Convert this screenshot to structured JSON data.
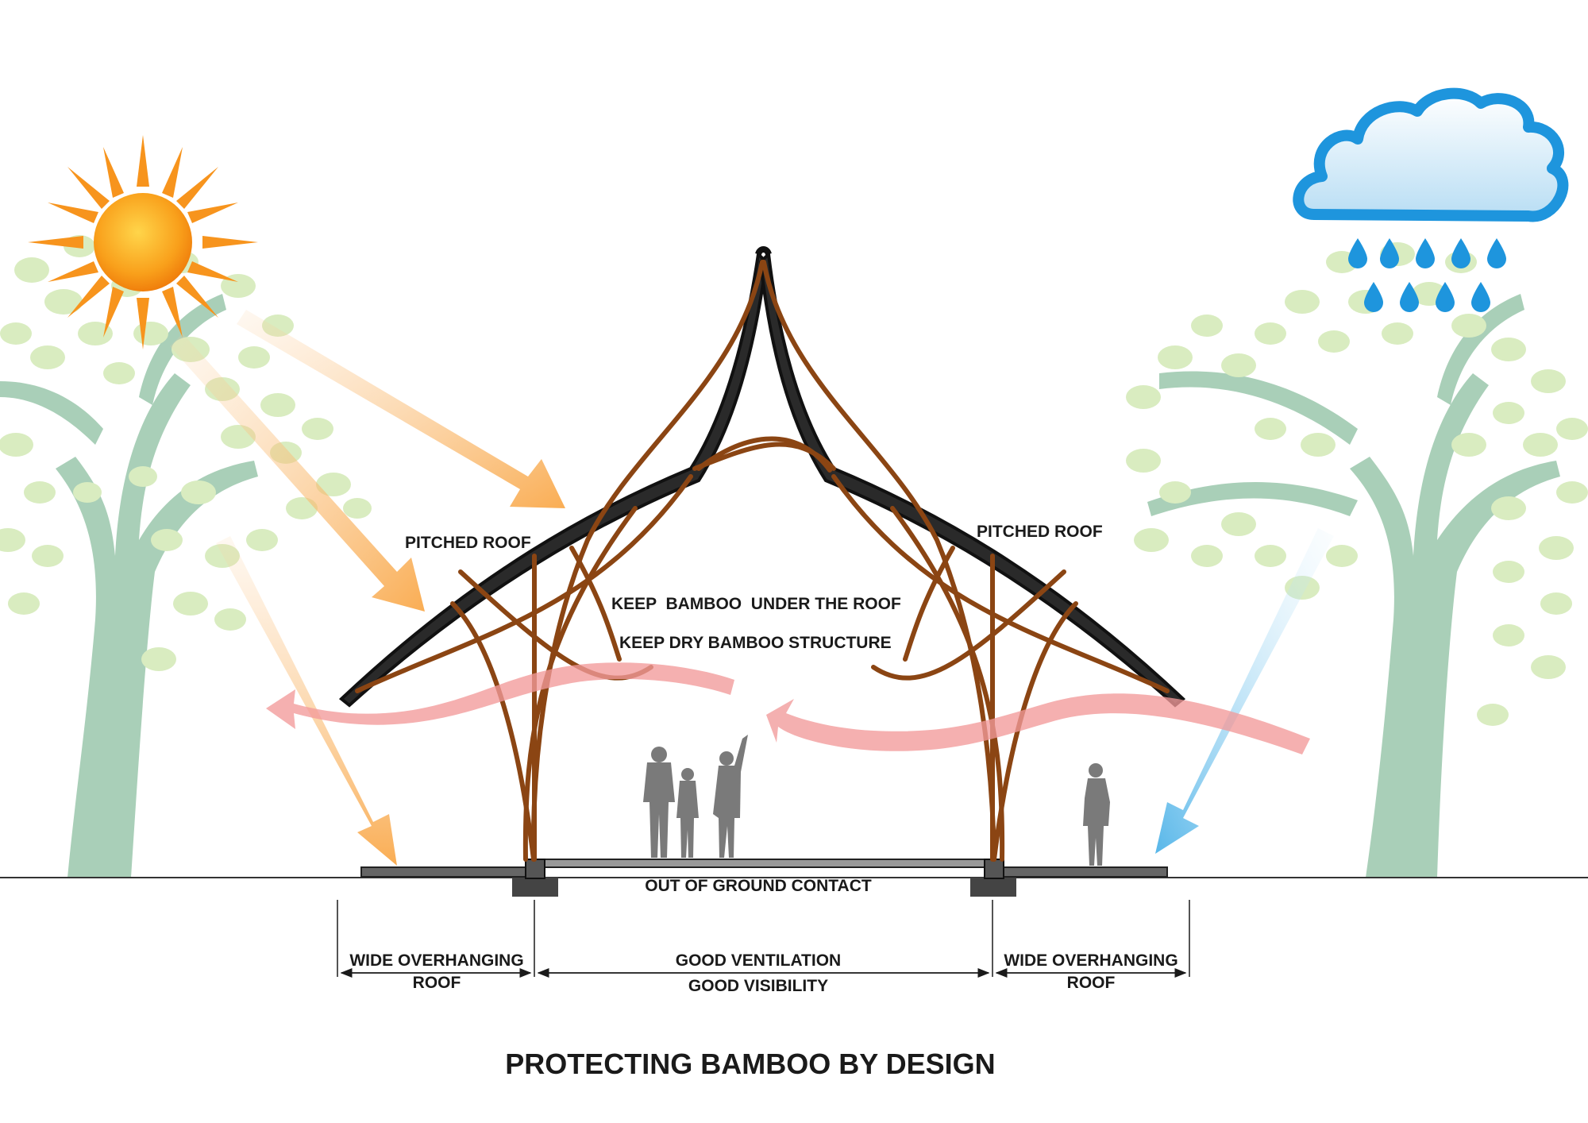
{
  "labels": {
    "pitched_roof_left": "PITCHED ROOF",
    "pitched_roof_right": "PITCHED ROOF",
    "keep_bamboo": "KEEP  BAMBOO  UNDER THE ROOF",
    "keep_dry": "KEEP DRY BAMBOO STRUCTURE",
    "out_of_ground": "OUT OF GROUND CONTACT",
    "wide_left_1": "WIDE OVERHANGING",
    "wide_left_2": "ROOF",
    "good_vent": "GOOD VENTILATION",
    "good_vis": "GOOD VISIBILITY",
    "wide_right_1": "WIDE OVERHANGING",
    "wide_right_2": "ROOF"
  },
  "title": "PROTECTING BAMBOO BY DESIGN",
  "colors": {
    "sun": "#f7941d",
    "sun_arrow": "#f9a94b",
    "wind": "#f08080",
    "rain_arrow": "#4fb3e8",
    "tree_trunk": "#a9cfb8",
    "tree_leaf": "#d9ecc0",
    "bamboo": "#8b4513",
    "roof": "#333333",
    "person": "#7a7a7a"
  },
  "icons": [
    "sun-icon",
    "cloud-icon",
    "rain-drops-icon",
    "tree-icon",
    "people-icon"
  ]
}
